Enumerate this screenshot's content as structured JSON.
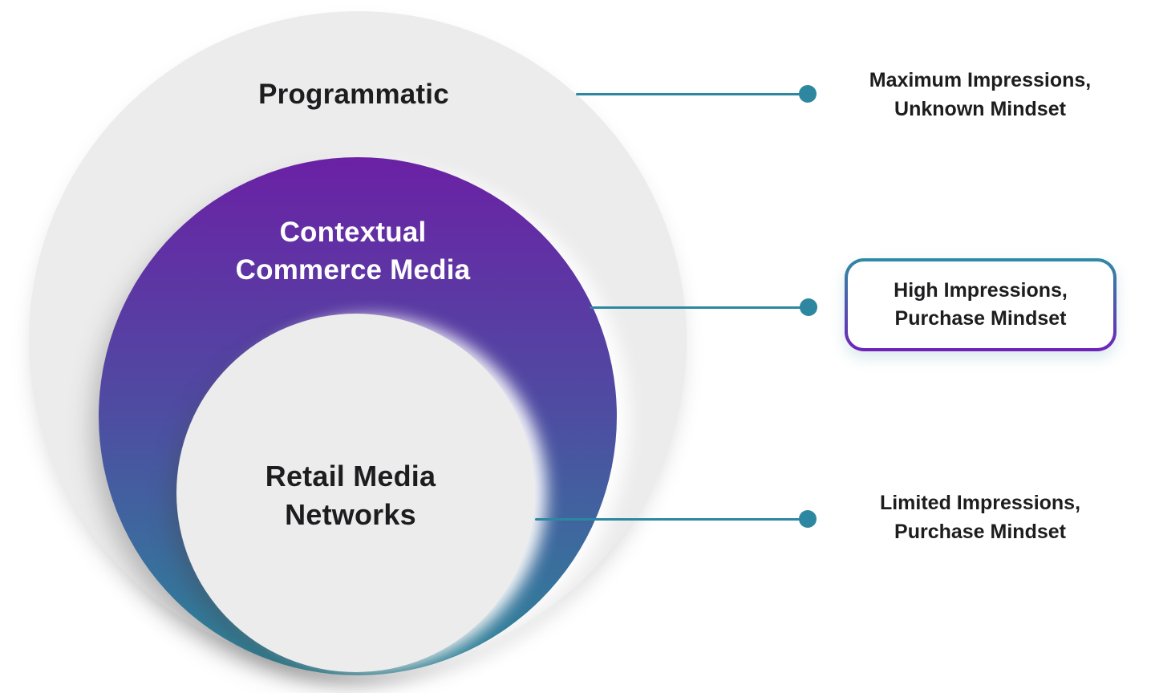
{
  "theme": {
    "bg": "#ffffff",
    "circle_gray": "#ececec",
    "grad_top": "#6B21A5",
    "grad_mid": "#4F4BA2",
    "grad_bottom": "#2B8799",
    "connector": "#2E87A0",
    "box_border_top": "#2F8BA3",
    "box_border_bottom": "#6F23B8",
    "box_fill": "#ffffff",
    "text_dark": "#1D1D1F",
    "text_light": "#FFFFFF"
  },
  "diagram": {
    "circles": {
      "outer": {
        "label": "Programmatic"
      },
      "middle": {
        "label_line1": "Contextual",
        "label_line2": "Commerce Media"
      },
      "inner": {
        "label_line1": "Retail Media",
        "label_line2": "Networks"
      }
    },
    "annotations": [
      {
        "line1": "Maximum Impressions,",
        "line2": "Unknown Mindset",
        "boxed": false
      },
      {
        "line1": "High Impressions,",
        "line2": "Purchase Mindset",
        "boxed": true
      },
      {
        "line1": "Limited Impressions,",
        "line2": "Purchase Mindset",
        "boxed": false
      }
    ]
  }
}
